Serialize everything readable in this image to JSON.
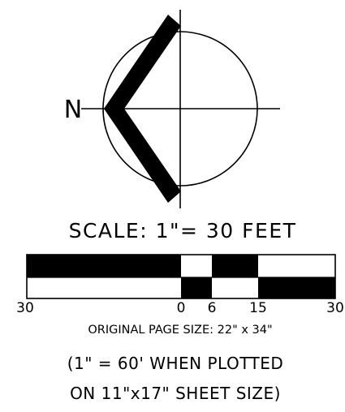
{
  "north_arrow": {
    "letter": "N",
    "icon": "north-arrow-icon"
  },
  "scale_bar": {
    "title": "SCALE:  1\"= 30  FEET",
    "ticks": [
      {
        "label": "30",
        "value": -30
      },
      {
        "label": "0",
        "value": 0
      },
      {
        "label": "6",
        "value": 6
      },
      {
        "label": "15",
        "value": 15
      },
      {
        "label": "30",
        "value": 30
      }
    ],
    "top_row_fill": [
      "black",
      "white",
      "black",
      "white"
    ],
    "bottom_row_fill": [
      "white",
      "black",
      "white",
      "black"
    ],
    "page_size": "ORIGINAL PAGE SIZE: 22\" x 34\""
  },
  "plot_note": {
    "line1": "(1\" = 60' WHEN PLOTTED",
    "line2": "ON 11\"x17\" SHEET SIZE)"
  },
  "colors": {
    "ink": "#000000",
    "paper": "#ffffff"
  }
}
